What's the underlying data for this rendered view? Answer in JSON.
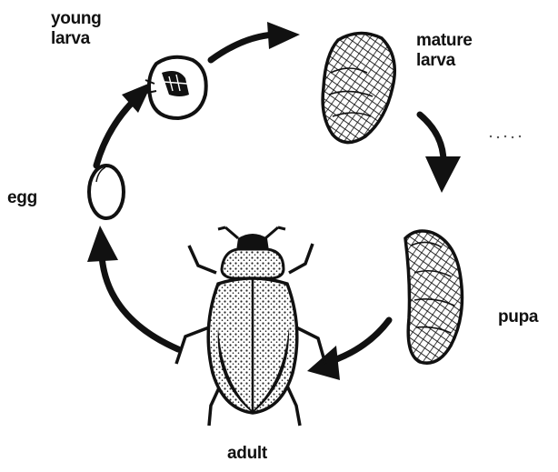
{
  "stages": {
    "young_larva": "young\nlarva",
    "mature_larva": "mature\nlarva",
    "pupa": "pupa",
    "egg": "egg",
    "adult": "adult"
  },
  "colors": {
    "ink": "#111111",
    "background": "#ffffff"
  }
}
